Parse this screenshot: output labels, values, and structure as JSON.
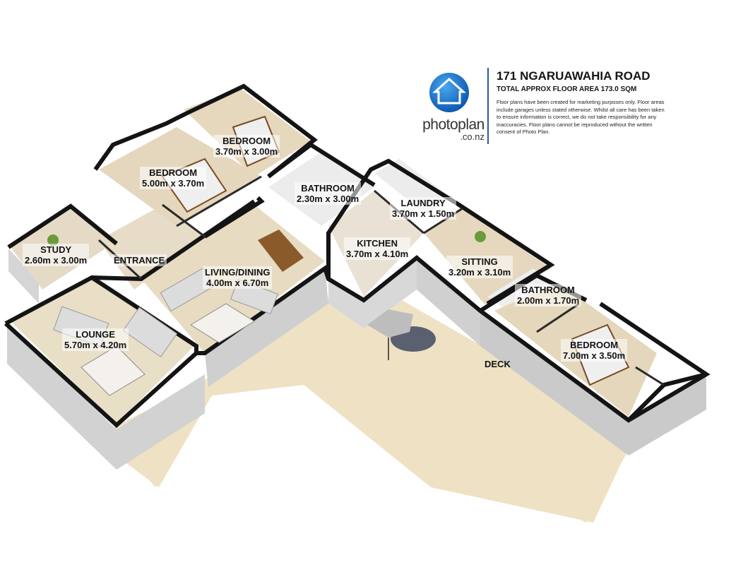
{
  "header": {
    "address": "171 NGARUAWAHIA ROAD",
    "total_area": "TOTAL APPROX FLOOR AREA 173.0 SQM",
    "disclaimer": "Floor plans have been created for marketing purposes only. Floor areas include garages unless stated otherwise. Whilst all care has been taken to ensure information is correct, we do not take responsibility for any inaccuracies. Floor plans cannot be reproduced without the written consent of Photo Plan."
  },
  "brand": {
    "wordmark": "photoplan",
    "domain": ".co.nz",
    "icon": "house-icon",
    "accent_color": "#1a6fc4"
  },
  "rooms": {
    "bedroom_top": {
      "name": "BEDROOM",
      "dims": "3.70m x 3.00m"
    },
    "bedroom_main": {
      "name": "BEDROOM",
      "dims": "5.00m x 3.70m"
    },
    "bathroom_1": {
      "name": "BATHROOM",
      "dims": "2.30m x 3.00m"
    },
    "laundry": {
      "name": "LAUNDRY",
      "dims": "3.70m x 1.50m"
    },
    "study": {
      "name": "STUDY",
      "dims": "2.60m x 3.00m"
    },
    "entrance": {
      "name": "ENTRANCE"
    },
    "living_dining": {
      "name": "LIVING/DINING",
      "dims": "4.00m x 6.70m"
    },
    "kitchen": {
      "name": "KITCHEN",
      "dims": "3.70m x 4.10m"
    },
    "sitting": {
      "name": "SITTING",
      "dims": "3.20m x 3.10m"
    },
    "bathroom_2": {
      "name": "BATHROOM",
      "dims": "2.00m x 1.70m"
    },
    "lounge": {
      "name": "LOUNGE",
      "dims": "5.70m x 4.20m"
    },
    "bedroom_right": {
      "name": "BEDROOM",
      "dims": "7.00m x 3.50m"
    },
    "deck": {
      "name": "DECK"
    }
  },
  "colors": {
    "floor": "#e8dcc3",
    "deck": "#efe2c4",
    "wall": "#1a1a1a",
    "wall_side": "#c8c8c8"
  }
}
